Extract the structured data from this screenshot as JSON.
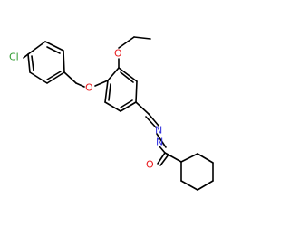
{
  "molecule": {
    "atoms": {
      "cl": {
        "symbol": "Cl",
        "color": "#2e9a2e"
      },
      "o_ether": {
        "symbol": "O",
        "color": "#e8191c"
      },
      "o_ethoxy": {
        "symbol": "O",
        "color": "#e8191c"
      },
      "n_imine": {
        "symbol": "N",
        "color": "#3030e0"
      },
      "n_amide": {
        "symbol": "N",
        "color": "#3030e0"
      },
      "o_carbonyl": {
        "symbol": "O",
        "color": "#e8191c"
      }
    },
    "bond_color": "#000000",
    "background": "#ffffff"
  }
}
